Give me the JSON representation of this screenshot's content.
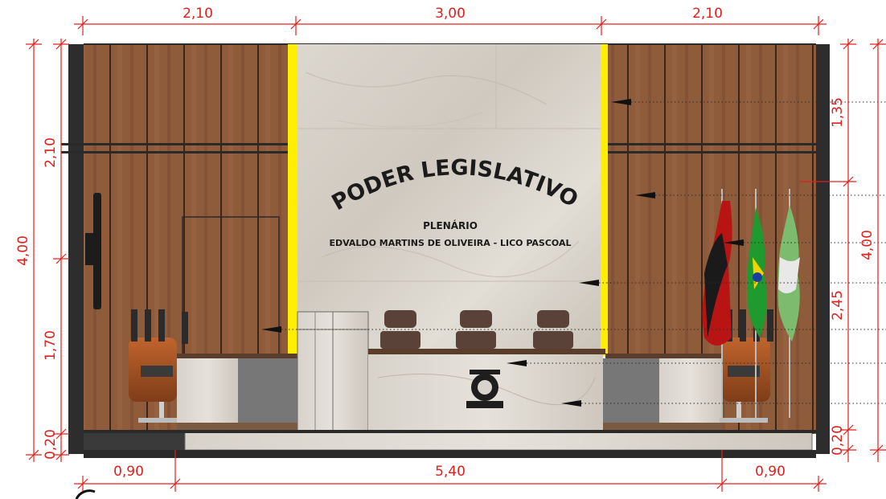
{
  "panel": {
    "title": "PODER LEGISLATIVO",
    "subtitle": "PLENÁRIO",
    "dedication": "EDVALDO MARTINS DE OLIVEIRA - LICO PASCOAL"
  },
  "dimensions": {
    "top": [
      "2,10",
      "3,00",
      "2,10"
    ],
    "bottom": [
      "0,90",
      "5,40",
      "0,90"
    ],
    "left": [
      "2,10",
      "4,00",
      "1,70",
      "0,20"
    ],
    "right": [
      "1,35",
      "4,00",
      "2,45",
      "0,20"
    ]
  },
  "colors": {
    "dimension_lines": "#e0201c",
    "yellow_pillars": "#ffee00",
    "wood": "#8c5a3a",
    "marble": "#d8d3cb"
  }
}
